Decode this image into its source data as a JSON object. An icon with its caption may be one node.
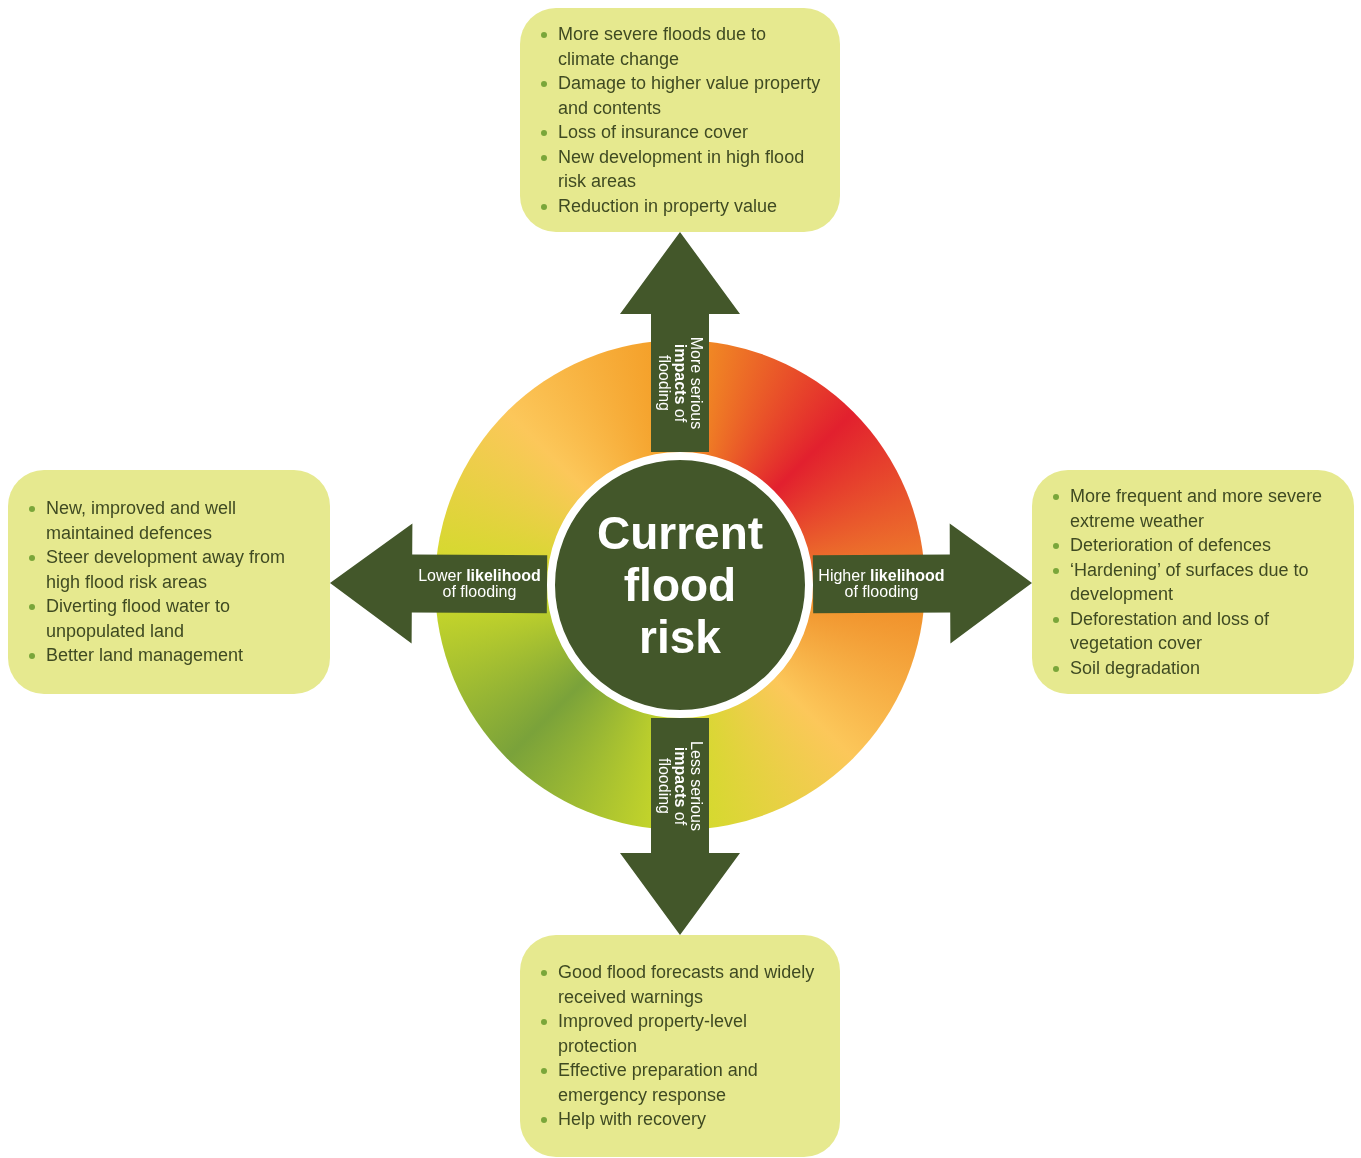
{
  "diagram": {
    "nodes": [
      {
        "text": [
          "Current flood risk"
        ]
      },
      {
        "text": [
          "More severe floods due to climate change",
          "Damage to higher value property and contents",
          "Loss of insurance cover",
          "New development in high flood risk areas",
          "Reduction in property value"
        ]
      },
      {
        "text": [
          "More frequent and more severe extreme weather",
          "Deterioration of defences",
          "‘Hardening’ of surfaces due to development",
          "Deforestation and loss of vegetation cover",
          "Soil degradation"
        ]
      },
      {
        "text": [
          "Good flood forecasts and widely received warnings",
          "Improved property-level protection",
          "Effective preparation and emergency response",
          "Help with recovery"
        ]
      },
      {
        "text": [
          "New, improved and well maintained defences",
          "Steer development away from high flood risk areas",
          "Diverting flood water to unpopulated land",
          "Better land management"
        ]
      }
    ],
    "edges": [
      {
        "from": 0,
        "to": 1,
        "arrow": "to",
        "label": "More serious **impacts** of flooding"
      },
      {
        "from": 0,
        "to": 2,
        "arrow": "to",
        "label": "Higher **likelihood** of flooding"
      },
      {
        "from": 0,
        "to": 3,
        "arrow": "to",
        "label": "Less serious **impacts** of flooding"
      },
      {
        "from": 0,
        "to": 4,
        "arrow": "to",
        "label": "Lower **likelihood** of flooding"
      }
    ]
  }
}
